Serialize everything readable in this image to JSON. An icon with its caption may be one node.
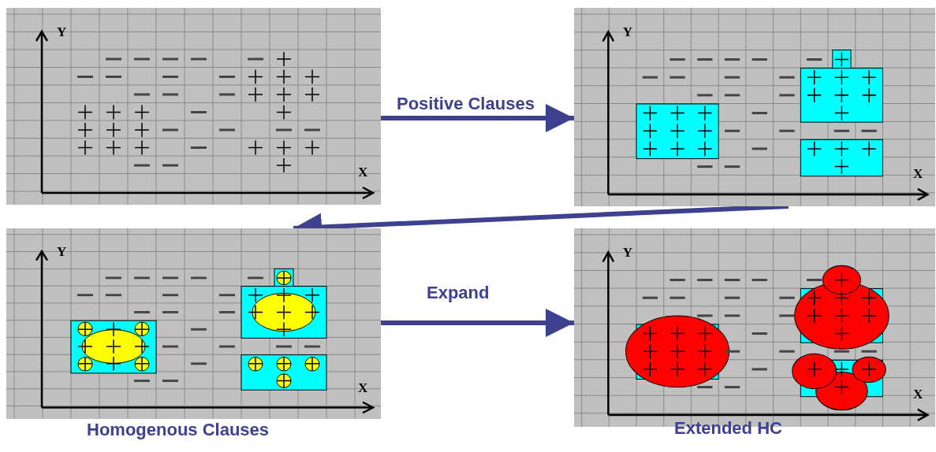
{
  "diagram": {
    "nodes": [
      {
        "text": [],
        "shape": "picture"
      },
      {
        "text": [],
        "shape": "picture"
      },
      {
        "text": [],
        "shape": "picture",
        "beside": [
          "Homogenous Clauses"
        ]
      },
      {
        "text": [],
        "shape": "picture",
        "beside": [
          "Extended HC"
        ]
      }
    ],
    "edges": [
      {
        "from": 0,
        "to": 1,
        "arrow": "to",
        "label": "Positive Clauses"
      },
      {
        "from": 1,
        "to": 2,
        "arrow": "to"
      },
      {
        "from": 2,
        "to": 3,
        "arrow": "to",
        "label": "Expand"
      }
    ],
    "labels": [
      "Y",
      "X",
      "Y",
      "X",
      "Y",
      "X",
      "Y",
      "X"
    ]
  }
}
